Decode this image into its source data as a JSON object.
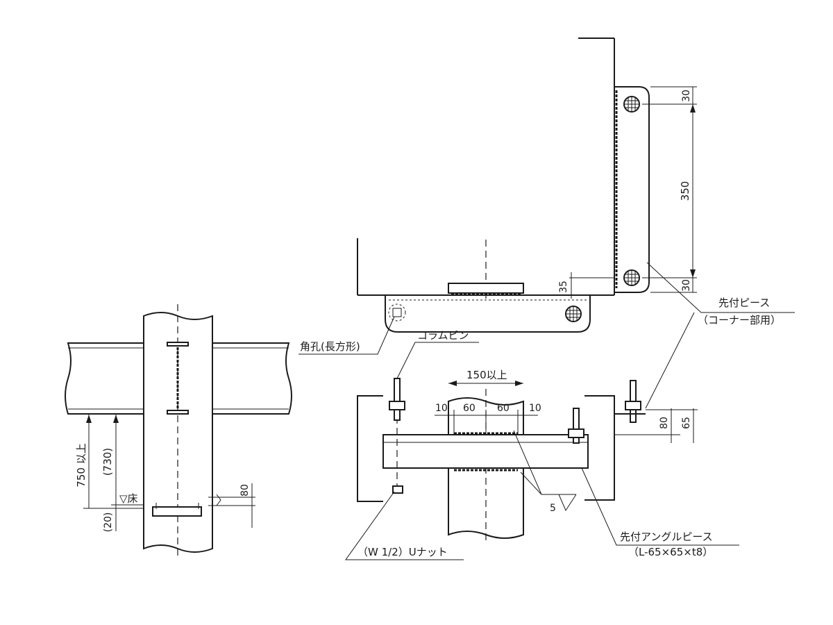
{
  "labels": {
    "corner_piece": "先付ピース",
    "corner_piece_note": "（コーナー部用）",
    "square_hole": "角孔(長方形)",
    "column_pin": "コラムピン",
    "u_nut": "（W 1/2）Uナット",
    "angle_piece": "先付アングルピース",
    "angle_piece_spec": "（L-65×65×t8）",
    "floor": "▽床"
  },
  "dimensions": {
    "top_30": "30",
    "span_350": "350",
    "bottom_30": "30",
    "dim_35": "35",
    "min_150": "150以上",
    "d10_left": "10",
    "d60_left": "60",
    "d60_right": "60",
    "d10_right": "10",
    "dim_80_right": "80",
    "dim_65": "65",
    "weld_5": "5",
    "min_750": "750 以上",
    "ref_730": "(730)",
    "ref_20": "(20)",
    "dim_80_left": "80"
  }
}
